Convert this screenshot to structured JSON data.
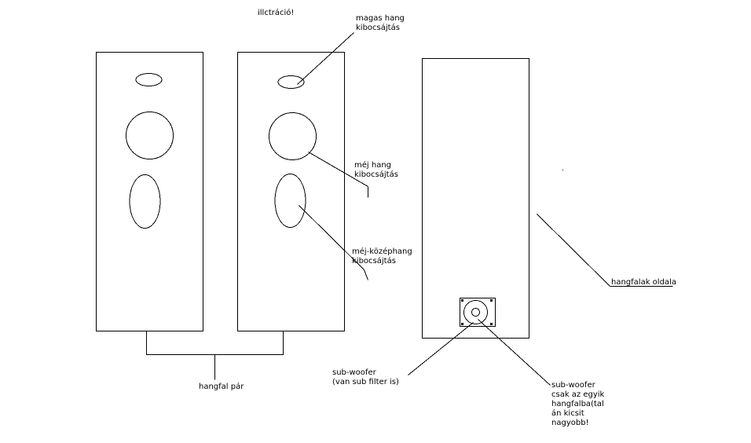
{
  "title": "illctráció!",
  "labels": {
    "tweeter": [
      "magas hang",
      "kibocsájtás"
    ],
    "woofer": [
      "méj hang",
      "kibocsájtás"
    ],
    "midwoofer": [
      "méj-középhang",
      "kibocsájtás"
    ],
    "side": [
      "hangfalak oldala"
    ],
    "pair": [
      "hangfal pár"
    ],
    "sub_left": [
      "sub-woofer",
      "(van sub filter is)"
    ],
    "sub_right": [
      "sub-woofer",
      "csak az egyik",
      "hangfalba(tal",
      "án kicsit",
      "nagyobb!"
    ]
  }
}
